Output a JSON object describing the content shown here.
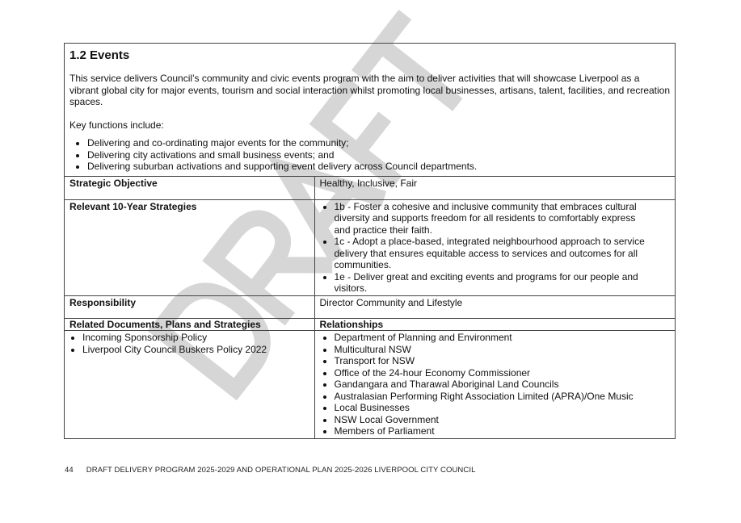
{
  "section": {
    "title": "1.2 Events",
    "description": "This service delivers Council’s community and civic events program with the aim to deliver activities that will showcase Liverpool as a vibrant global city for major events, tourism and social interaction whilst promoting local businesses, artisans, talent, facilities, and recreation spaces.",
    "key_functions_label": "Key functions include:",
    "key_functions": [
      "Delivering and co-ordinating major events for the community;",
      "Delivering city activations and small business events; and",
      "Delivering suburban activations and supporting event delivery across Council departments."
    ]
  },
  "table": {
    "strategic_objective_label": "Strategic Objective",
    "strategic_objective_value": "Healthy, Inclusive, Fair",
    "strategies_label": "Relevant 10-Year Strategies",
    "strategies": [
      "1b - Foster a cohesive and inclusive community that embraces cultural diversity and supports freedom for all residents to comfortably express and practice their faith.",
      "1c - Adopt a place-based, integrated neighbourhood approach to service delivery that ensures equitable access to services and outcomes for all communities.",
      "1e - Deliver great and exciting events and programs for our people and visitors."
    ],
    "responsibility_label": "Responsibility",
    "responsibility_value": "Director Community and Lifestyle",
    "related_docs_label": "Related Documents, Plans and Strategies",
    "relationships_label": "Relationships",
    "related_docs": [
      "Incoming Sponsorship Policy",
      "Liverpool City Council Buskers Policy 2022"
    ],
    "relationships": [
      "Department of Planning and Environment",
      "Multicultural NSW",
      "Transport for NSW",
      "Office of the 24-hour Economy Commissioner",
      "Gandangara and Tharawal Aboriginal Land Councils",
      "Australasian Performing Right Association Limited (APRA)/One Music",
      "Local Businesses",
      "NSW Local Government",
      "Members of Parliament"
    ]
  },
  "footer": {
    "page_number": "44",
    "text": "DRAFT DELIVERY PROGRAM 2025-2029 AND OPERATIONAL PLAN 2025-2026 LIVERPOOL CITY COUNCIL"
  },
  "watermark": "DRAFT"
}
